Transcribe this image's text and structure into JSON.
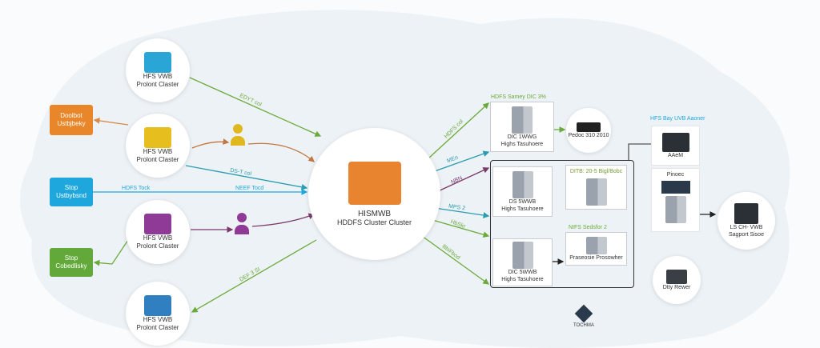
{
  "clusters": [
    {
      "l1": "HFS VWB",
      "l2": "Prolont Claster",
      "color": "#2aa6d6"
    },
    {
      "l1": "HFS VWB",
      "l2": "Prolont Claster",
      "color": "#e6be1e"
    },
    {
      "l1": "HFS VWB",
      "l2": "Prolont Claster",
      "color": "#8e3a96"
    },
    {
      "l1": "HFS VWB",
      "l2": "Prolont Claster",
      "color": "#2f7fc1"
    }
  ],
  "steps": [
    {
      "l1": "Doolbot",
      "l2": "Ustbjbeky",
      "color": "#e9862a"
    },
    {
      "l1": "Stop",
      "l2": "Ustbybsnd",
      "color": "#1ea7dd"
    },
    {
      "l1": "Stop",
      "l2": "Cobedlisky",
      "color": "#63a93a"
    }
  ],
  "center": {
    "l1": "HISMWB",
    "l2": "HDDFS Cluster Cluster",
    "color": "#e8832f"
  },
  "edges": {
    "e1": "EDYT col",
    "e2": "DS-T col",
    "e3": "HDFS Tock",
    "e4": "NEEF Tocd",
    "e5": "DEF 3 SI",
    "e6": "HDFS col",
    "e7": "MEn",
    "e8": "NBN",
    "e9": "MPS 2",
    "e10": "HbSkr",
    "e11": "BbiFbod"
  },
  "right": {
    "top_caption": "HDFS Samey DIC 3%",
    "top_l1": "DIC 1WWG",
    "top_l2": "Highs Tasuhoere",
    "device": "Pedoc 310 2010",
    "frame_caption1": "DITB: 20-5 Bigl/Bobc",
    "n1_l1": "DS 5WWB",
    "n1_l2": "Highs Tasuhoere",
    "n2_l1": "DIC 5WWB",
    "n2_l2": "Highs Tasuhoere",
    "frame_caption2": "NIFS Sedsfor 2",
    "proc": "Praseosie Prosowher",
    "col_caption": "HFS Bay UVB Aaoner",
    "col_a": "AAeM",
    "col_b": "Pinoec",
    "support_l1": "LS CH- VWB",
    "support_l2": "Sagport Sisoe",
    "laptop": "Dtty Rewer",
    "logo": "TOCHMA"
  }
}
